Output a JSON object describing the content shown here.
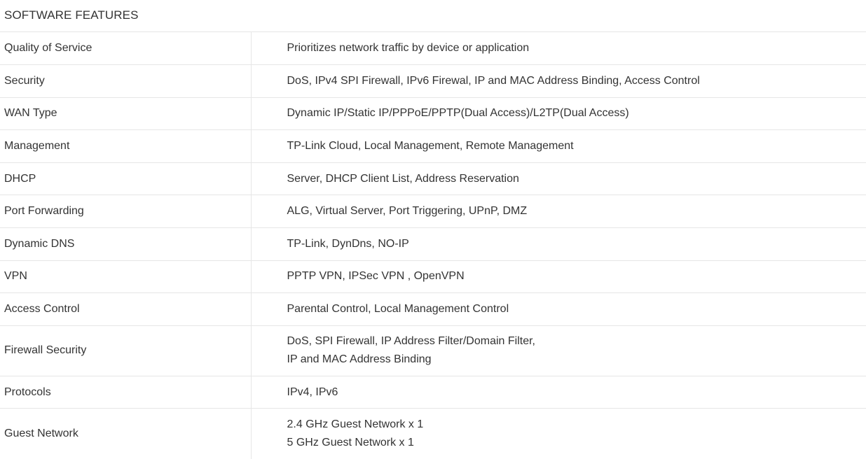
{
  "section": {
    "title": "SOFTWARE FEATURES"
  },
  "rows": [
    {
      "label": "Quality of Service",
      "lines": [
        "Prioritizes network traffic by device or application"
      ]
    },
    {
      "label": "Security",
      "lines": [
        "DoS, IPv4 SPI Firewall, IPv6 Firewal, IP and MAC Address Binding, Access Control"
      ]
    },
    {
      "label": "WAN Type",
      "lines": [
        "Dynamic IP/Static IP/PPPoE/PPTP(Dual Access)/L2TP(Dual Access)"
      ]
    },
    {
      "label": "Management",
      "lines": [
        "TP-Link Cloud, Local Management, Remote Management"
      ]
    },
    {
      "label": "DHCP",
      "lines": [
        "Server, DHCP Client List, Address Reservation"
      ]
    },
    {
      "label": "Port Forwarding",
      "lines": [
        "ALG, Virtual Server, Port Triggering, UPnP, DMZ"
      ]
    },
    {
      "label": "Dynamic DNS",
      "lines": [
        "TP-Link, DynDns, NO-IP"
      ]
    },
    {
      "label": "VPN",
      "lines": [
        "PPTP VPN, IPSec VPN , OpenVPN"
      ]
    },
    {
      "label": "Access Control",
      "lines": [
        "Parental Control, Local Management Control"
      ]
    },
    {
      "label": "Firewall Security",
      "lines": [
        "DoS, SPI Firewall, IP Address Filter/Domain Filter,",
        "IP and MAC Address Binding"
      ]
    },
    {
      "label": "Protocols",
      "lines": [
        "IPv4, IPv6"
      ]
    },
    {
      "label": "Guest Network",
      "lines": [
        "2.4 GHz Guest Network x 1",
        "5 GHz Guest Network x 1"
      ]
    }
  ]
}
